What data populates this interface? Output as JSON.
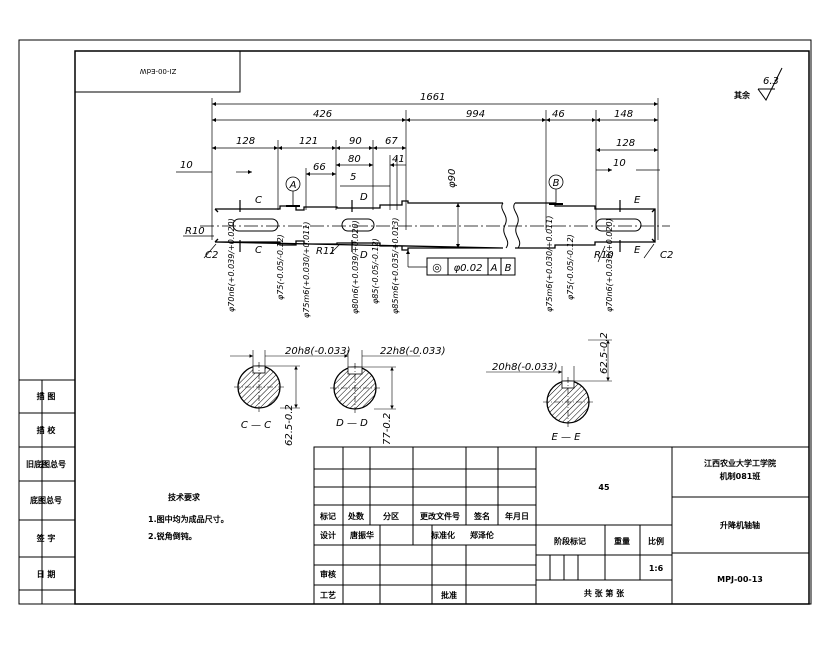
{
  "drawing_code_box": "ZI-00-EdW",
  "roughness": {
    "prefix": "其余",
    "value": "6.3"
  },
  "dims": {
    "overall": "1661",
    "seg_426": "426",
    "seg_994": "994",
    "seg_46": "46",
    "seg_148": "148",
    "left_128": "128",
    "d_121": "121",
    "d_90": "90",
    "d_67": "67",
    "right_128": "128",
    "d_10_left": "10",
    "d_10_right": "10",
    "d_66": "66",
    "d_80": "80",
    "d_5": "5",
    "d_41": "41",
    "dia_90": "φ90",
    "r10_left": "R10",
    "r10_right": "R10",
    "r11": "R11",
    "c2_left": "C2",
    "c2_right": "C2"
  },
  "datums": {
    "a": "A",
    "b": "B"
  },
  "tolerance_frame": {
    "symbol": "◎",
    "value": "φ0.02",
    "ref1": "A",
    "ref2": "B"
  },
  "diameters": [
    "φ70n6(+0.039/+0.020)",
    "φ75(-0.05/-0.12)",
    "φ75m6(+0.030/+0.011)",
    "φ80n6(+0.039/+0.020)",
    "φ85(-0.05/-0.12)",
    "φ85m6(+0.035/+0.013)",
    "φ75m6(+0.030/+0.011)",
    "φ75(-0.05/-0.12)",
    "φ70n6(+0.039/+0.020)"
  ],
  "section_marks": {
    "c": "C",
    "d": "D",
    "e": "E"
  },
  "sections": {
    "cc": {
      "key": "20h8(-0.033)",
      "depth": "62.5-0.2",
      "label": "C — C"
    },
    "dd": {
      "key": "22h8(-0.033)",
      "depth": "77-0.2",
      "label": "D — D"
    },
    "ee": {
      "key": "20h8(-0.033)",
      "depth": "62.5-0.2",
      "label": "E — E"
    }
  },
  "side_labels": [
    "描 图",
    "描 校",
    "旧底图总号",
    "底图总号",
    "签 字",
    "日 期"
  ],
  "tech_req": {
    "title": "技术要求",
    "items": [
      "1.图中均为成品尺寸。",
      "2.锐角倒钝。"
    ]
  },
  "title_block": {
    "headers": [
      "标记",
      "处数",
      "分区",
      "更改文件号",
      "签名",
      "年月日"
    ],
    "design": "设计",
    "designer": "唐振华",
    "std_label": "标准化",
    "std_person": "郑泽伦",
    "check": "审核",
    "process": "工艺",
    "approve": "批准",
    "material": "45",
    "org1": "江西农业大学工学院",
    "org2": "机制081班",
    "stage_mark": "阶段标记",
    "weight": "重量",
    "scale_label": "比例",
    "scale_value": "1:6",
    "sheets": "共 张 第 张",
    "part_name": "升降机轴轴",
    "drawing_no": "MPJ-00-13"
  }
}
